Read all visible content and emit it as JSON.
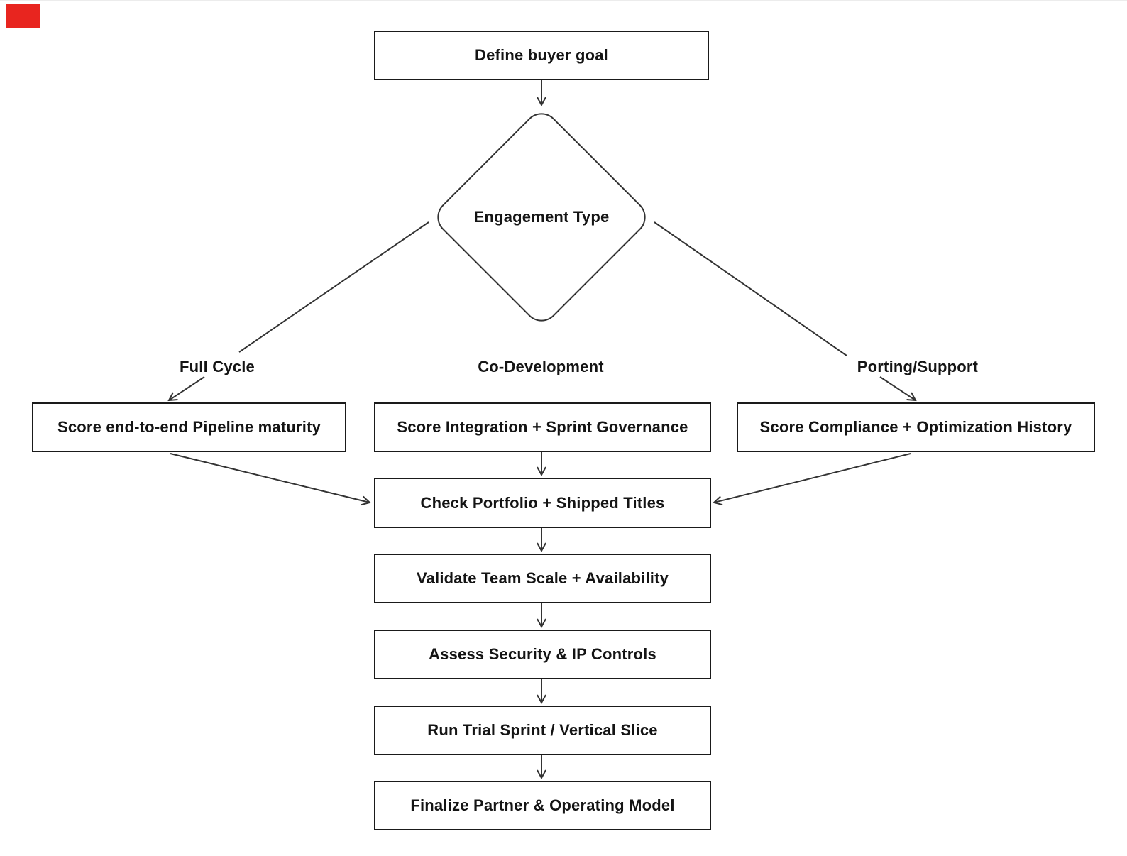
{
  "page": {
    "background": "#ffffff",
    "top_border_color": "#ececec",
    "marker_color": "#e8251f"
  },
  "diagram": {
    "type": "flowchart",
    "stroke_color": "#333333",
    "node_border_color": "#1a1a1a",
    "text_color": "#141414",
    "nodes": {
      "define_buyer_goal": {
        "label": "Define buyer goal",
        "shape": "rect"
      },
      "engagement_type": {
        "label": "Engagement Type",
        "shape": "diamond"
      },
      "score_pipeline": {
        "label": "Score end-to-end Pipeline maturity",
        "shape": "rect"
      },
      "score_integration": {
        "label": "Score Integration + Sprint Governance",
        "shape": "rect"
      },
      "score_compliance": {
        "label": "Score Compliance + Optimization History",
        "shape": "rect"
      },
      "check_portfolio": {
        "label": "Check Portfolio + Shipped Titles",
        "shape": "rect"
      },
      "validate_team": {
        "label": "Validate Team Scale + Availability",
        "shape": "rect"
      },
      "assess_security": {
        "label": "Assess Security & IP Controls",
        "shape": "rect"
      },
      "run_trial": {
        "label": "Run Trial Sprint / Vertical Slice",
        "shape": "rect"
      },
      "finalize_partner": {
        "label": "Finalize Partner & Operating Model",
        "shape": "rect"
      }
    },
    "edge_labels": {
      "full_cycle": "Full Cycle",
      "co_development": "Co-Development",
      "porting_support": "Porting/Support"
    },
    "edges": [
      {
        "from": "define_buyer_goal",
        "to": "engagement_type",
        "label": ""
      },
      {
        "from": "engagement_type",
        "to": "score_pipeline",
        "label": "Full Cycle"
      },
      {
        "from": "engagement_type",
        "to": "score_integration",
        "label": "Co-Development"
      },
      {
        "from": "engagement_type",
        "to": "score_compliance",
        "label": "Porting/Support"
      },
      {
        "from": "score_pipeline",
        "to": "check_portfolio",
        "label": ""
      },
      {
        "from": "score_integration",
        "to": "check_portfolio",
        "label": ""
      },
      {
        "from": "score_compliance",
        "to": "check_portfolio",
        "label": ""
      },
      {
        "from": "check_portfolio",
        "to": "validate_team",
        "label": ""
      },
      {
        "from": "validate_team",
        "to": "assess_security",
        "label": ""
      },
      {
        "from": "assess_security",
        "to": "run_trial",
        "label": ""
      },
      {
        "from": "run_trial",
        "to": "finalize_partner",
        "label": ""
      }
    ]
  }
}
